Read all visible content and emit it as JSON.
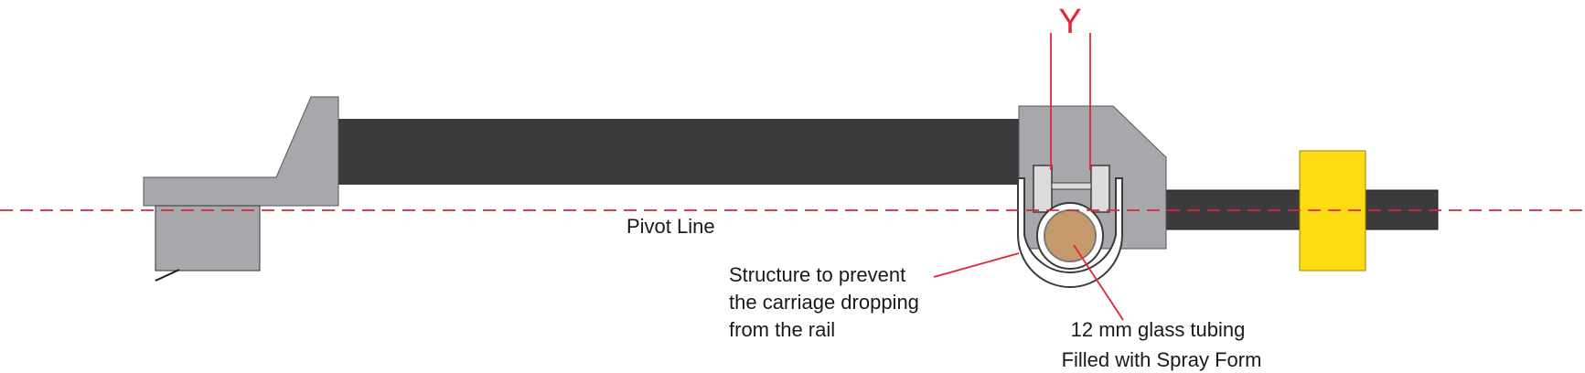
{
  "labels": {
    "y_marker": "Y",
    "pivot_line": "Pivot Line",
    "structure_line1": "Structure to prevent",
    "structure_line2": "the carriage dropping",
    "structure_line3": "from the rail",
    "tubing_line1": "12 mm glass tubing",
    "tubing_line2": "Filled with Spray Form"
  },
  "colors": {
    "arm": "#3b3b3d",
    "carriage": "#a7a8ab",
    "counterweight": "#fddc14",
    "tubing_fill": "#c49a6c",
    "annotation": "#e32636"
  }
}
